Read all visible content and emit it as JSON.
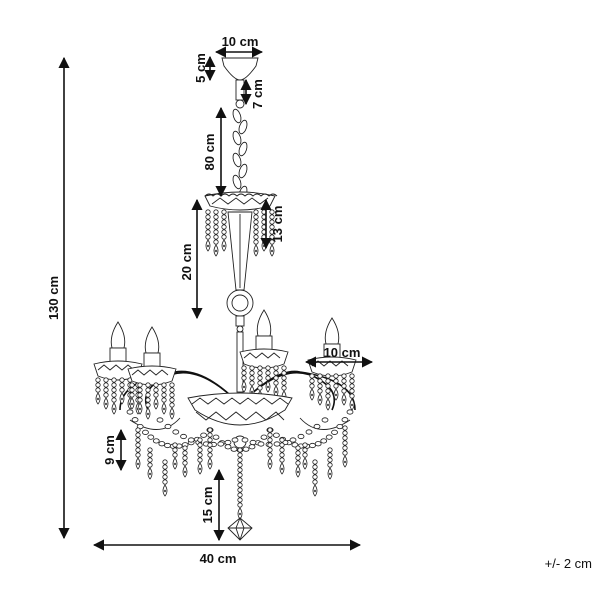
{
  "dimensions": {
    "canopy_width": "10 cm",
    "canopy_height": "5 cm",
    "stem_height": "7 cm",
    "chain_length": "80 cm",
    "collar_height": "13 cm",
    "column_height": "20 cm",
    "total_height": "130 cm",
    "cup_width": "10 cm",
    "drop_height": "9 cm",
    "finial_height": "15 cm",
    "total_width": "40 cm"
  },
  "tolerance": "+/- 2 cm"
}
